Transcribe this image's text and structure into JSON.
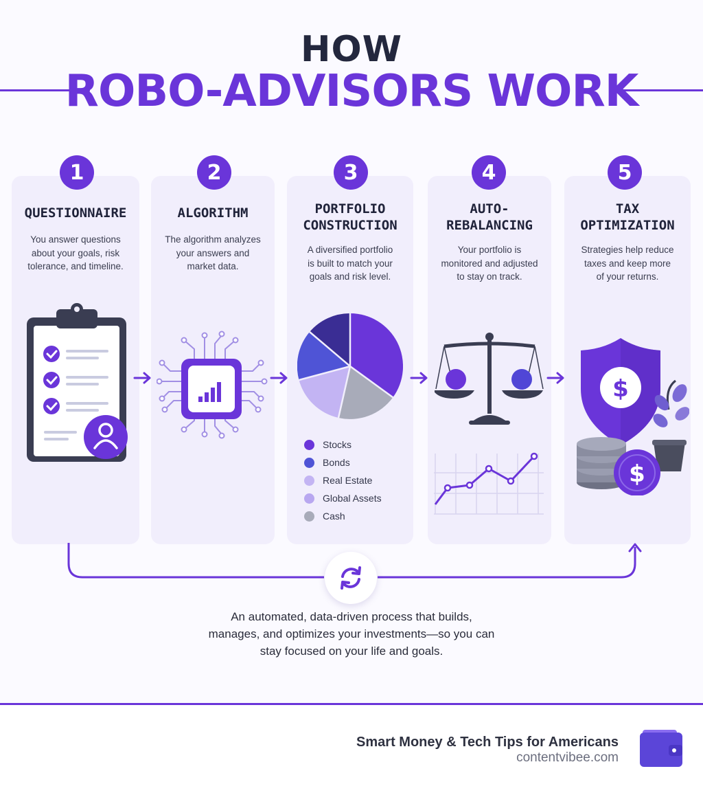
{
  "header": {
    "line1": "HOW",
    "line2": "ROBO-ADVISORS WORK"
  },
  "steps": [
    {
      "number": "1",
      "title_lines": [
        "QUESTIONNAIRE"
      ],
      "desc_lines": [
        "You answer questions",
        "about your goals, risk",
        "tolerance, and timeline."
      ]
    },
    {
      "number": "2",
      "title_lines": [
        "ALGORITHM"
      ],
      "desc_lines": [
        "The algorithm analyzes",
        "your answers and",
        "market data."
      ]
    },
    {
      "number": "3",
      "title_lines": [
        "PORTFOLIO",
        "CONSTRUCTION"
      ],
      "desc_lines": [
        "A diversified portfolio",
        "is built to match your",
        "goals and risk level."
      ]
    },
    {
      "number": "4",
      "title_lines": [
        "AUTO-",
        "REBALANCING"
      ],
      "desc_lines": [
        "Your portfolio is",
        "monitored and adjusted",
        "to stay on track."
      ]
    },
    {
      "number": "5",
      "title_lines": [
        "TAX",
        "OPTIMIZATION"
      ],
      "desc_lines": [
        "Strategies help reduce",
        "taxes and keep more",
        "of your returns."
      ]
    }
  ],
  "portfolio": {
    "legend": [
      {
        "label": "Stocks",
        "color": "#6a35d9"
      },
      {
        "label": "Bonds",
        "color": "#4f54d6"
      },
      {
        "label": "Real Estate",
        "color": "#c3b4f3"
      },
      {
        "label": "Global Assets",
        "color": "#b8a7f0"
      },
      {
        "label": "Cash",
        "color": "#a8abb9"
      }
    ]
  },
  "summary_lines": [
    "An automated, data-driven process that builds,",
    "manages, and optimizes your investments—so you can",
    "stay focused on your life and goals."
  ],
  "footer": {
    "tagline": "Smart Money & Tech Tips for Americans",
    "url": "contentvibee.com"
  },
  "icons": {
    "step1": "clipboard-checklist-icon",
    "step2": "processor-chip-icon",
    "step3": "pie-chart-icon",
    "step4": "balance-scale-icon",
    "step5": "shield-dollar-icon",
    "loop": "refresh-cycle-icon",
    "brand": "wallet-icon"
  },
  "colors": {
    "accent": "#6a35d9",
    "card": "#f1eefc",
    "dark": "#23273d"
  }
}
